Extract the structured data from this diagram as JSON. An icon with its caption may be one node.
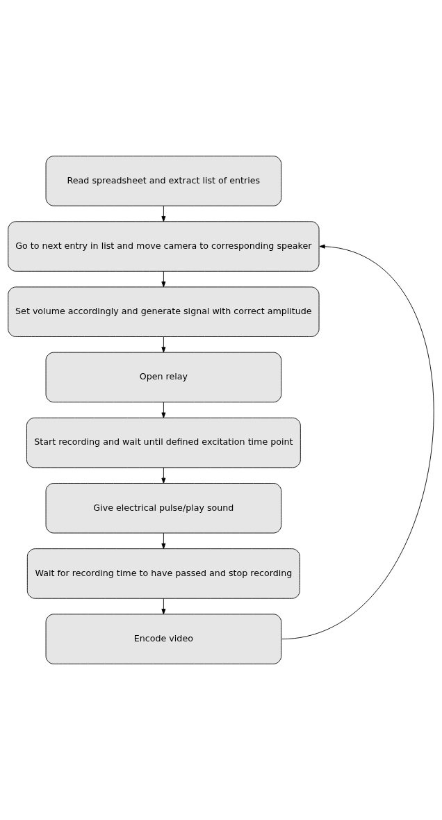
{
  "diagram": {
    "nodes": [
      {
        "text": [
          "Read spreadsheet and extract list of entries"
        ]
      },
      {
        "text": [
          "Go to next entry in list and move camera to corresponding speaker"
        ]
      },
      {
        "text": [
          "Set volume accordingly and generate signal with correct amplitude"
        ]
      },
      {
        "text": [
          "Open relay"
        ]
      },
      {
        "text": [
          "Start recording and wait until defined excitation time point"
        ]
      },
      {
        "text": [
          "Give electrical pulse/play sound"
        ]
      },
      {
        "text": [
          "Wait for recording time to have passed and stop recording"
        ]
      },
      {
        "text": [
          "Encode video"
        ]
      }
    ],
    "edges": [
      {
        "from": 0,
        "to": 1,
        "arrow": "to"
      },
      {
        "from": 1,
        "to": 2,
        "arrow": "to"
      },
      {
        "from": 2,
        "to": 3,
        "arrow": "to"
      },
      {
        "from": 3,
        "to": 4,
        "arrow": "to"
      },
      {
        "from": 4,
        "to": 5,
        "arrow": "to"
      },
      {
        "from": 5,
        "to": 6,
        "arrow": "to"
      },
      {
        "from": 6,
        "to": 7,
        "arrow": "to"
      },
      {
        "from": 7,
        "to": 1,
        "arrow": "to"
      }
    ]
  }
}
